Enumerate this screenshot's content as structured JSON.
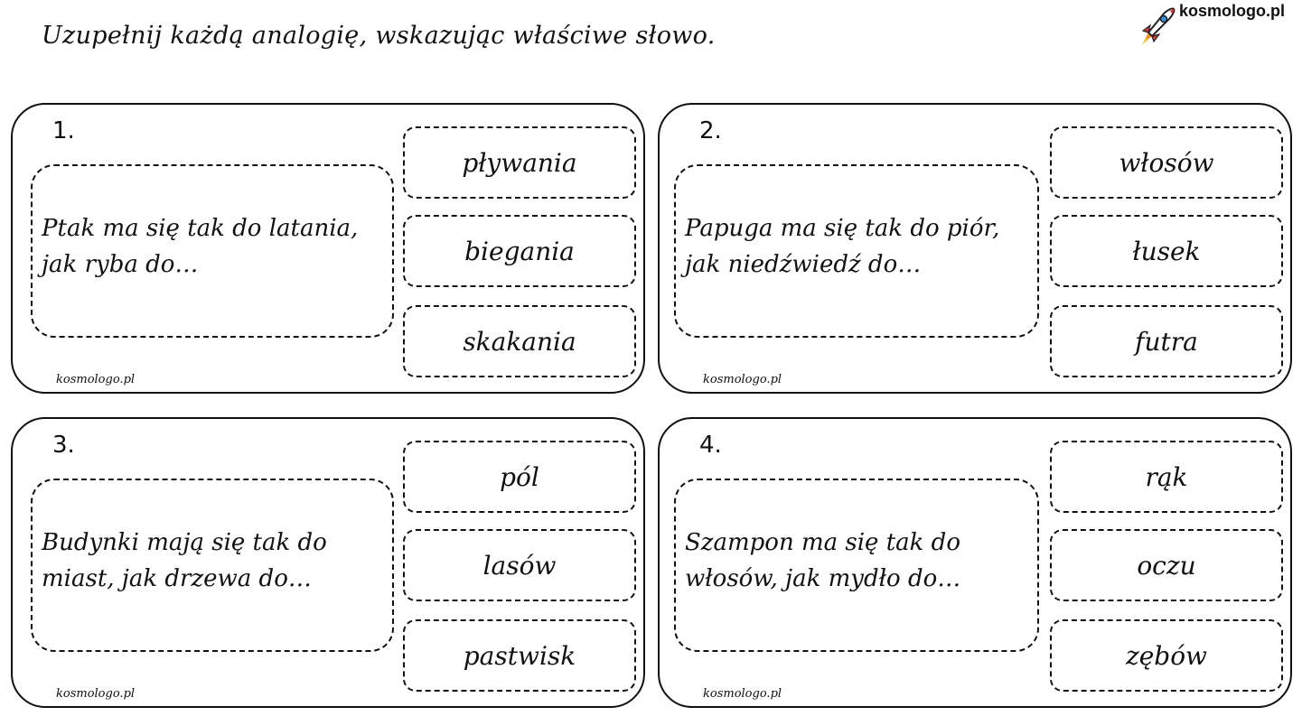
{
  "instruction": "Uzupełnij każdą analogię, wskazując właściwe słowo.",
  "brand": {
    "logo_text": "kosmologo.pl",
    "logo_icon": "rocket-icon"
  },
  "cards": [
    {
      "number": "1.",
      "sentence_line1": "Ptak ma się tak do latania,",
      "sentence_line2": "jak ryba do…",
      "options": [
        "pływania",
        "biegania",
        "skakania"
      ],
      "footer": "kosmologo.pl"
    },
    {
      "number": "2.",
      "sentence_line1": "Papuga ma się tak do piór,",
      "sentence_line2": "jak niedźwiedź do…",
      "options": [
        "włosów",
        "łusek",
        "futra"
      ],
      "footer": "kosmologo.pl"
    },
    {
      "number": "3.",
      "sentence_line1": "Budynki mają się tak do",
      "sentence_line2": "miast, jak drzewa do…",
      "options": [
        "pól",
        "lasów",
        "pastwisk"
      ],
      "footer": "kosmologo.pl"
    },
    {
      "number": "4.",
      "sentence_line1": "Szampon ma się tak do",
      "sentence_line2": "włosów, jak mydło do…",
      "options": [
        "rąk",
        "oczu",
        "zębów"
      ],
      "footer": "kosmologo.pl"
    }
  ]
}
